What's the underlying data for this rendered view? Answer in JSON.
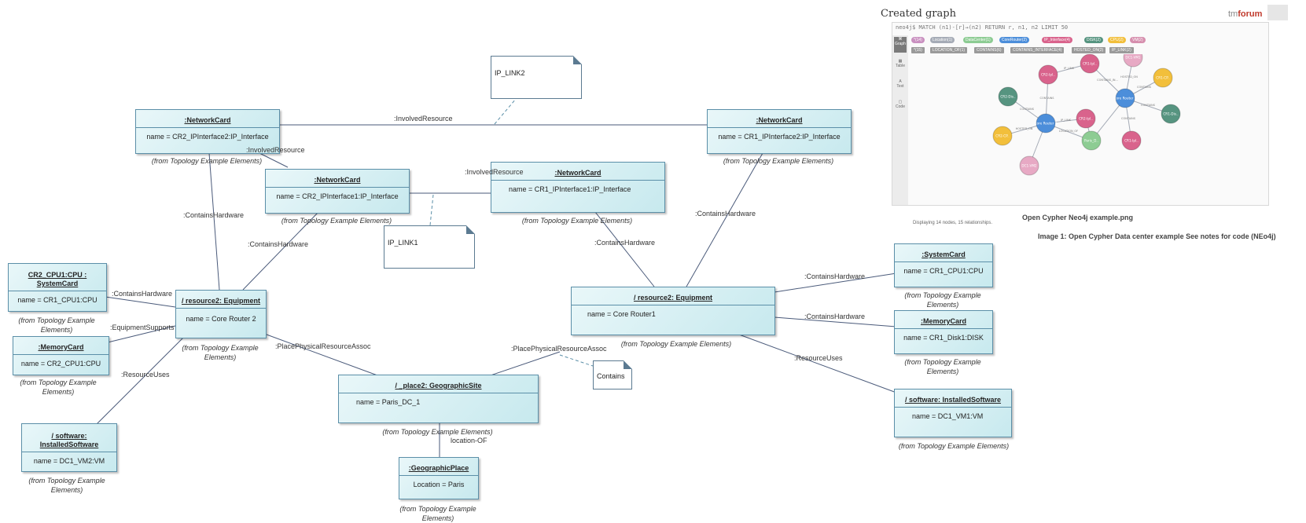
{
  "objects": {
    "nc_cr2_ip2": {
      "title": ":NetworkCard",
      "attr": "name = CR2_IPInterface2:IP_Interface",
      "caption": "(from Topology Example Elements)"
    },
    "nc_cr1_ip2": {
      "title": ":NetworkCard",
      "attr": "name = CR1_IPInterface2:IP_Interface",
      "caption": "(from Topology Example Elements)"
    },
    "nc_cr2_ip1": {
      "title": ":NetworkCard",
      "attr": "name = CR2_IPInterface1:IP_Interface",
      "caption": "(from Topology Example Elements)"
    },
    "nc_cr1_ip1": {
      "title": ":NetworkCard",
      "attr": "name = CR1_IPInterface1:IP_Interface",
      "caption": "(from Topology Example Elements)"
    },
    "cpu_cr2": {
      "title": "CR2_CPU1:CPU : SystemCard",
      "attr": "name = CR1_CPU1:CPU",
      "caption": "(from Topology Example Elements)"
    },
    "mem_cr2": {
      "title": ":MemoryCard",
      "attr": "name = CR2_CPU1:CPU",
      "caption": "(from Topology Example Elements)"
    },
    "eq_cr2": {
      "title": "/ resource2: Equipment",
      "attr": "name = Core Router 2",
      "caption": "(from Topology Example Elements)"
    },
    "sw_vm2": {
      "title": "/ software: InstalledSoftware",
      "attr": "name = DC1_VM2:VM",
      "caption": "(from Topology Example Elements)"
    },
    "site": {
      "title": "/ _place2: GeographicSite",
      "attr": "name = Paris_DC_1",
      "caption": "(from Topology Example Elements)"
    },
    "place": {
      "title": ":GeographicPlace",
      "attr": "Location = Paris",
      "caption": "(from Topology Example Elements)"
    },
    "eq_cr1": {
      "title": "/ resource2: Equipment",
      "attr": "name = Core Router1",
      "caption": "(from Topology Example Elements)"
    },
    "sys_cr1": {
      "title": ":SystemCard",
      "attr": "name = CR1_CPU1:CPU",
      "caption": "(from Topology Example Elements)"
    },
    "mem_cr1": {
      "title": ":MemoryCard",
      "attr": "name = CR1_Disk1:DISK",
      "caption": "(from Topology Example Elements)"
    },
    "sw_vm1": {
      "title": "/ software: InstalledSoftware",
      "attr": "name = DC1_VM1:VM",
      "caption": "(from Topology Example Elements)"
    }
  },
  "notes": {
    "ip_link2": "IP_LINK2",
    "ip_link1": "IP_LINK1",
    "contains": "Contains"
  },
  "links": {
    "involved_top": ":InvolvedResource",
    "involved_left": ":InvolvedResource",
    "involved_mid": ":InvolvedResource",
    "contains_hw_1": ":ContainsHardware",
    "contains_hw_2": ":ContainsHardware",
    "contains_hw_3": ":ContainsHardware",
    "contains_hw_4": ":ContainsHardware",
    "contains_hw_5": ":ContainsHardware",
    "contains_hw_6": ":ContainsHardware",
    "contains_hw_7": ":ContainsHardware",
    "equipment_supports": ":EquipmentSupports",
    "resource_uses_1": ":ResourceUses",
    "resource_uses_2": ":ResourceUses",
    "place_assoc_1": ":PlacePhysicalResourceAssoc",
    "place_assoc_2": ":PlacePhysicalResourceAssoc",
    "location_of": "location-OF"
  },
  "neo4j": {
    "title": "Created graph",
    "logo_prefix": "tm",
    "logo_suffix": "forum",
    "query": "neo4j$ MATCH (n1)-[r]→(n2) RETURN r, n1, n2 LIMIT 50",
    "side": [
      "Graph",
      "Table",
      "Text",
      "Code"
    ],
    "node_chips": [
      {
        "label": "*(14)",
        "color": "#c990c0"
      },
      {
        "label": "Location(1)",
        "color": "#a5abb6"
      },
      {
        "label": "DataCenter(1)",
        "color": "#8dcc93"
      },
      {
        "label": "CoreRouter(2)",
        "color": "#4c8eda"
      },
      {
        "label": "IP_Interface(4)",
        "color": "#d9638c"
      },
      {
        "label": "DISK(2)",
        "color": "#569480"
      },
      {
        "label": "CPU(2)",
        "color": "#f2bf3b"
      },
      {
        "label": "VM(2)",
        "color": "#d68fae"
      }
    ],
    "rel_chips": [
      "*(15)",
      "LOCATION_OF(1)",
      "CONTAINS(6)",
      "CONTAINS_INTERFACE(4)",
      "HOSTED_ON(2)",
      "IP_LINK(2)"
    ],
    "graph_nodes": [
      {
        "label": "CR1-Ipl..",
        "color": "#d9638c"
      },
      {
        "label": "DC1-VM1",
        "color": "#e7a9c4"
      },
      {
        "label": "CR2-Ipl..",
        "color": "#d9638c"
      },
      {
        "label": "CR1-CP..",
        "color": "#f2bf3b"
      },
      {
        "label": "CR2-Dis..",
        "color": "#569480"
      },
      {
        "label": "Core Router 1",
        "color": "#4c8eda"
      },
      {
        "label": "CR1-Dis..",
        "color": "#569480"
      },
      {
        "label": "Core Router 2",
        "color": "#4c8eda"
      },
      {
        "label": "CR2-Ipl..",
        "color": "#d9638c"
      },
      {
        "label": "CR2-CP..",
        "color": "#f2bf3b"
      },
      {
        "label": "Paris_D..",
        "color": "#8dcc93"
      },
      {
        "label": "CR1-Ipl..",
        "color": "#d9638c"
      },
      {
        "label": "DC1-VM2",
        "color": "#e7a9c4"
      }
    ],
    "graph_edges": [
      "CONTAINS",
      "IP_LINK",
      "CONTAINS_IN...",
      "HOSTED_ON",
      "CONTAINS",
      "CONTAINS",
      "CONTAINS",
      "IP_LINK",
      "CONTAINS",
      "HOSTED_ON",
      "LOCATION_OF"
    ],
    "status": "Displaying 14 nodes, 15 relationships.",
    "caption": "Open Cypher Neo4j example.png",
    "caption2": "Image 1: Open Cypher Data center example See notes for code (NEo4j)"
  }
}
